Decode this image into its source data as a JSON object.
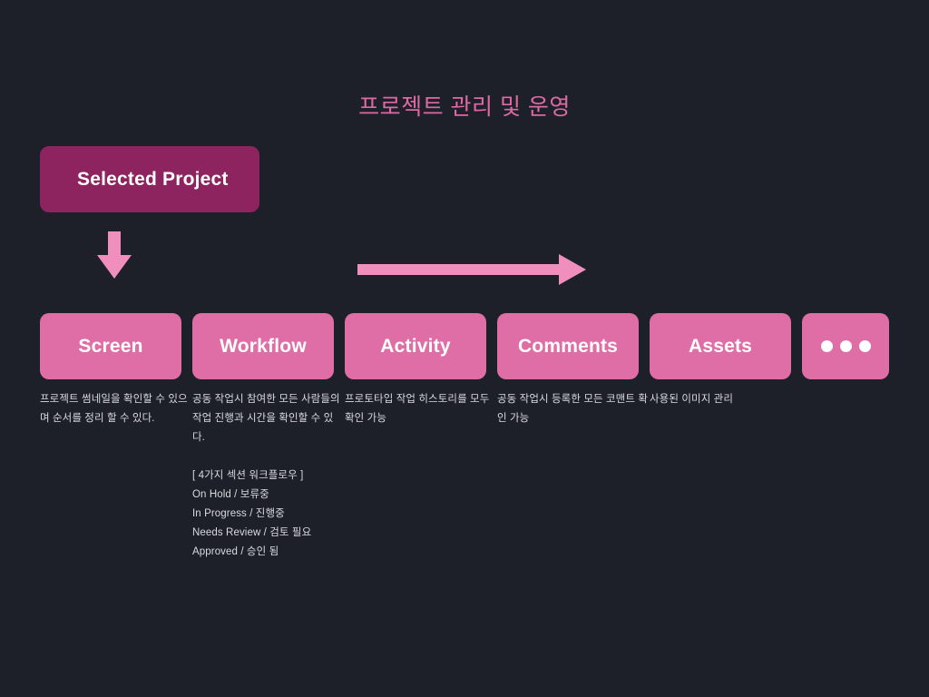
{
  "page": {
    "title": "프로젝트 관리 및 운영",
    "background_color": "#1d2029",
    "accent_pink": "#df6ea7",
    "accent_dark_magenta": "#8d2460",
    "title_color": "#dd6aa5",
    "body_text_color": "#d8dade"
  },
  "selected_project": {
    "label": "Selected Project"
  },
  "arrows": {
    "down_arrow": "arrow-down-icon",
    "right_arrow": "arrow-right-icon"
  },
  "cards": [
    {
      "label": "Screen",
      "type": "text",
      "description": "프로젝트 썸네일을 확인할 수 있으며 순서를 정리 할 수 있다."
    },
    {
      "label": "Workflow",
      "type": "text",
      "description": "공동 작업시 참여한 모든 사람들의 작업 진행과 시간을 확인할 수 있다."
    },
    {
      "label": "Activity",
      "type": "text",
      "description": "프로토타입 작업 히스토리를 모두 확인 가능"
    },
    {
      "label": "Comments",
      "type": "text",
      "description": "공동 작업시 등록한 모든 코맨트 확인 가능"
    },
    {
      "label": "Assets",
      "type": "text",
      "description": "사용된 이미지 관리"
    },
    {
      "label": "",
      "type": "dots",
      "description": ""
    }
  ],
  "workflow_detail": {
    "heading": "[ 4가지 섹션 워크플로우 ]",
    "items": [
      "On Hold / 보류중",
      "In Progress / 진행중",
      "Needs Review / 검토 필요",
      "Approved / 승인 됨"
    ]
  }
}
